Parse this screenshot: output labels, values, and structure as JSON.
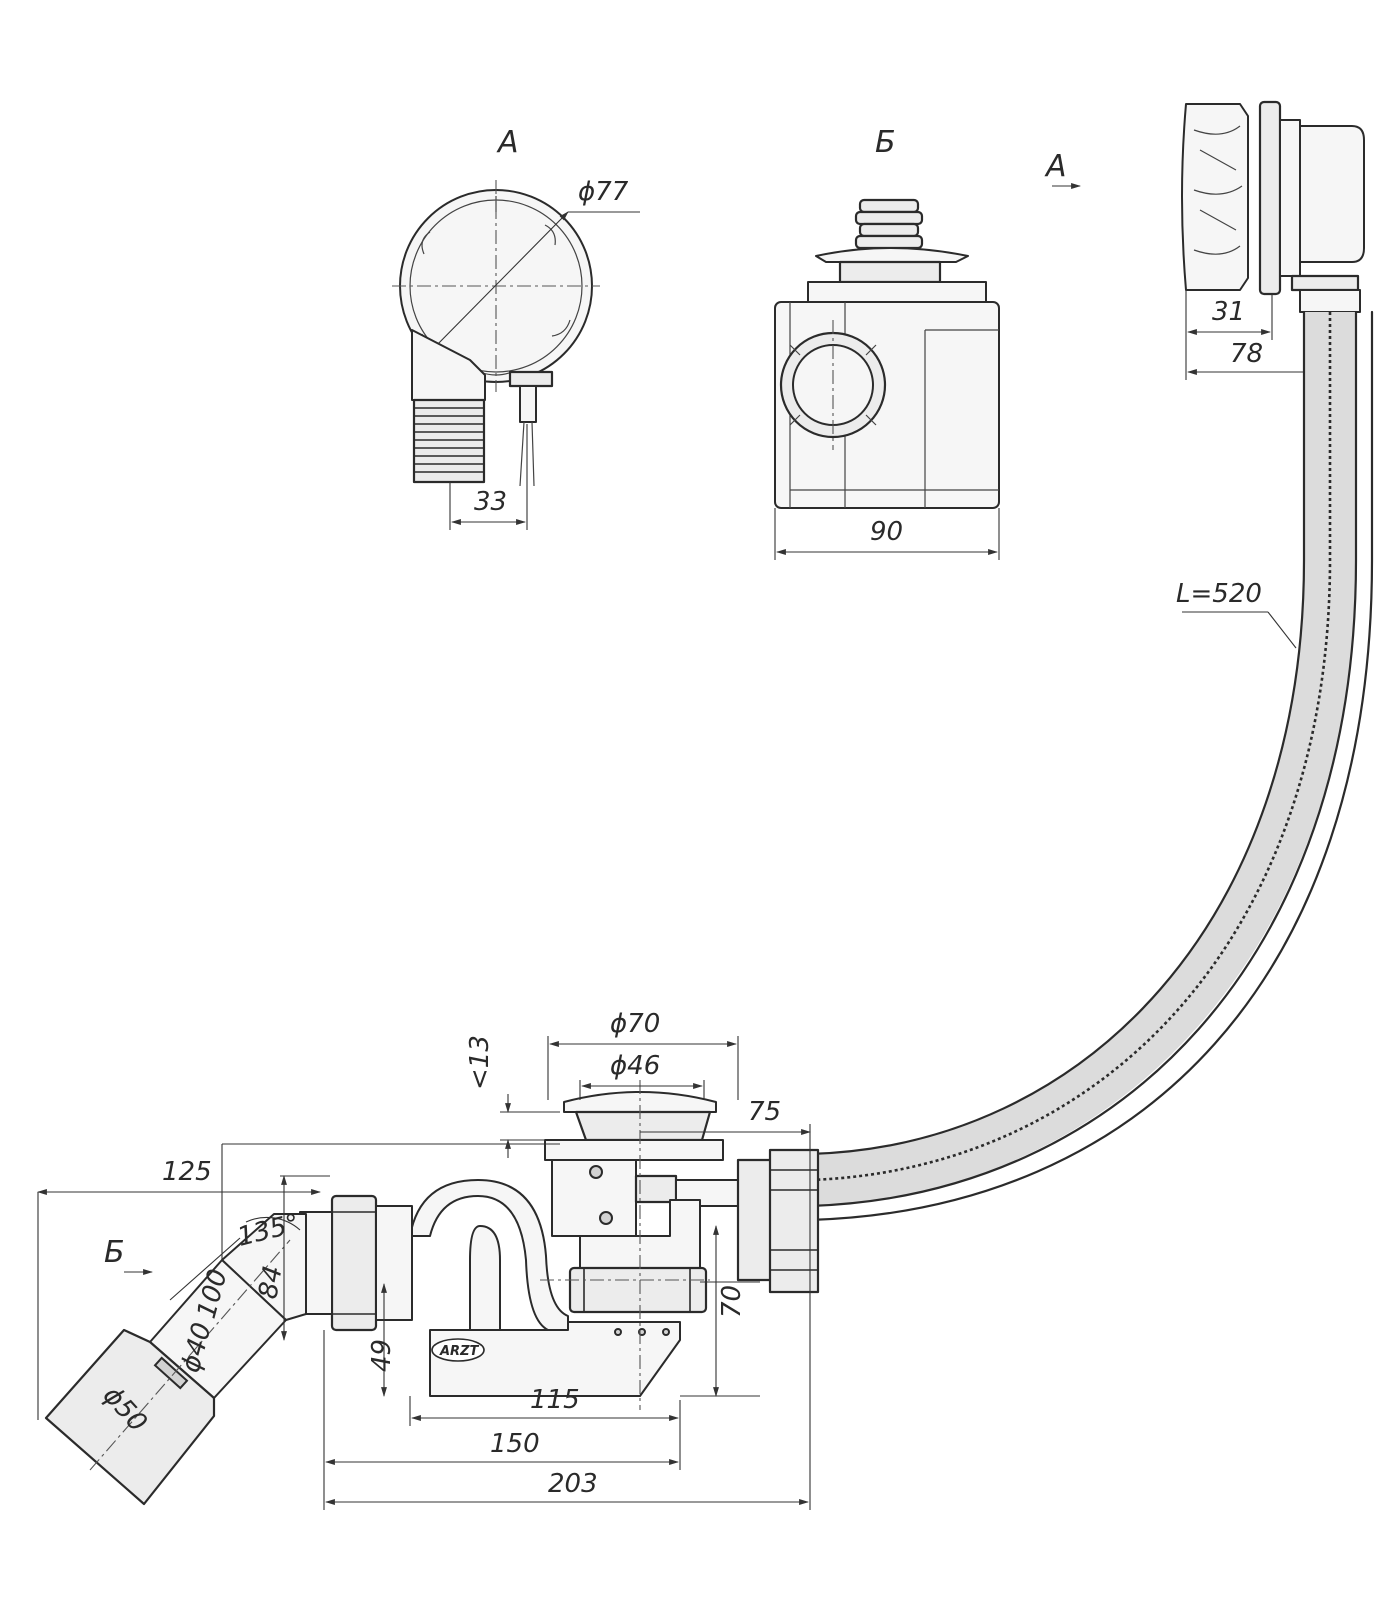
{
  "views": {
    "a": "А",
    "b": "Б",
    "a_arrow": "А",
    "b_arrow": "Б"
  },
  "dimensions": {
    "d77": "ϕ77",
    "d33": "33",
    "d90": "90",
    "d31": "31",
    "d78": "78",
    "hose_length": "L=520",
    "d70": "ϕ70",
    "d46": "ϕ46",
    "lt13": "<13",
    "d75": "75",
    "d125": "125",
    "angle135": "135°",
    "d84": "84",
    "d100": "100",
    "d40": "ϕ40",
    "d50": "ϕ50",
    "d49": "49",
    "d70h": "70",
    "d115": "115",
    "d150": "150",
    "d203": "203"
  },
  "logo_text": "ARZT"
}
